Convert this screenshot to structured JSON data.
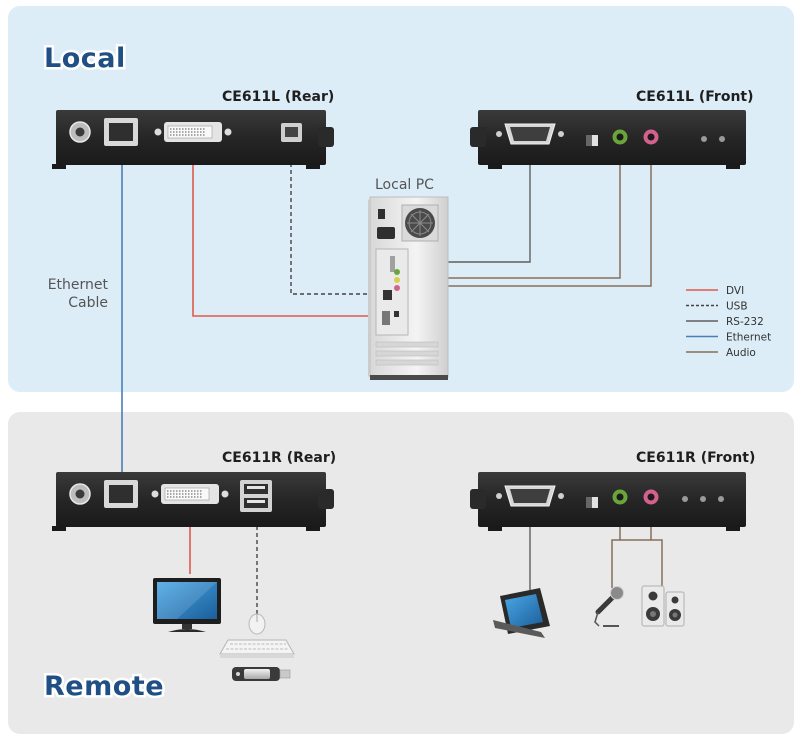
{
  "regions": {
    "local": "Local",
    "remote": "Remote"
  },
  "devices": {
    "local_rear": "CE611L (Rear)",
    "local_front": "CE611L (Front)",
    "remote_rear": "CE611R (Rear)",
    "remote_front": "CE611R (Front)",
    "local_pc": "Local PC"
  },
  "ethernet_label": [
    "Ethernet",
    "Cable"
  ],
  "legend": [
    {
      "label": "DVI",
      "color": "#e05a4a",
      "dash": false
    },
    {
      "label": "USB",
      "color": "#444444",
      "dash": true
    },
    {
      "label": "RS-232",
      "color": "#5f5f5f",
      "dash": false
    },
    {
      "label": "Ethernet",
      "color": "#4a7fb5",
      "dash": false
    },
    {
      "label": "Audio",
      "color": "#86705a",
      "dash": false
    }
  ],
  "colors": {
    "local_bg": "#dcedf8",
    "remote_bg": "#e9e9e9",
    "device_body": "#2e2e2e",
    "dvi": "#e05a4a",
    "usb": "#444444",
    "rs232": "#5f5f5f",
    "ethernet": "#4a7fb5",
    "audio": "#86705a"
  },
  "icons": [
    "monitor-icon",
    "keyboard-icon",
    "mouse-icon",
    "usb-drive-icon",
    "touch-panel-icon",
    "microphone-icon",
    "speakers-icon",
    "computer-tower-icon"
  ]
}
